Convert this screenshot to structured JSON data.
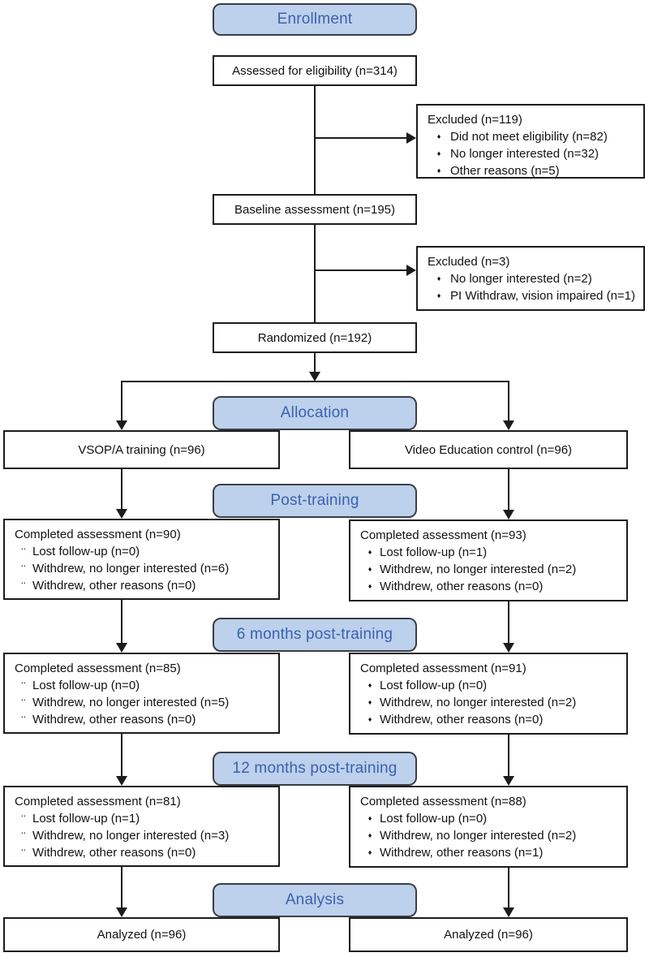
{
  "labels": {
    "enrollment": "Enrollment",
    "allocation": "Allocation",
    "post_training": "Post-training",
    "six_months_post_training": "6 months post-training",
    "twelve_months_post_training": "12 months post-training",
    "analysis": "Analysis"
  },
  "enrollment_flow": {
    "assessed": "Assessed for eligibility (n=314)",
    "excluded_1": {
      "title": "Excluded (n=119)",
      "items": [
        "Did not meet eligibility (n=82)",
        "No longer interested (n=32)",
        "Other reasons (n=5)"
      ]
    },
    "baseline": "Baseline assessment (n=195)",
    "excluded_2": {
      "title": "Excluded (n=3)",
      "items": [
        "No longer interested (n=2)",
        "PI Withdraw, vision impaired (n=1)"
      ]
    },
    "randomized": "Randomized (n=192)"
  },
  "left_arm": {
    "allocation": "VSOP/A training (n=96)",
    "post_training": {
      "title": "Completed assessment (n=90)",
      "items": [
        "Lost follow-up (n=0)",
        "Withdrew, no longer interested (n=6)",
        "Withdrew, other reasons (n=0)"
      ]
    },
    "six_months": {
      "title": "Completed assessment (n=85)",
      "items": [
        "Lost follow-up (n=0)",
        "Withdrew, no longer interested (n=5)",
        "Withdrew, other reasons (n=0)"
      ]
    },
    "twelve_months": {
      "title": "Completed assessment (n=81)",
      "items": [
        "Lost follow-up (n=1)",
        "Withdrew, no longer interested (n=3)",
        "Withdrew, other reasons (n=0)"
      ]
    },
    "analyzed": "Analyzed (n=96)"
  },
  "right_arm": {
    "allocation": "Video Education control (n=96)",
    "post_training": {
      "title": "Completed assessment (n=93)",
      "items": [
        "Lost follow-up (n=1)",
        "Withdrew, no longer interested (n=2)",
        "Withdrew, other reasons (n=0)"
      ]
    },
    "six_months": {
      "title": "Completed assessment (n=91)",
      "items": [
        "Lost follow-up (n=0)",
        "Withdrew, no longer interested (n=2)",
        "Withdrew, other reasons (n=0)"
      ]
    },
    "twelve_months": {
      "title": "Completed assessment (n=88)",
      "items": [
        "Lost follow-up (n=0)",
        "Withdrew, no longer interested (n=2)",
        "Withdrew, other reasons (n=1)"
      ]
    },
    "analyzed": "Analyzed (n=96)"
  },
  "style": {
    "stage_fill": "#bdd0ec",
    "stage_text_color": "#3a62ae",
    "box_border_color": "#1c1c1c",
    "left_bullet": "¨",
    "right_bullet": "♦"
  }
}
